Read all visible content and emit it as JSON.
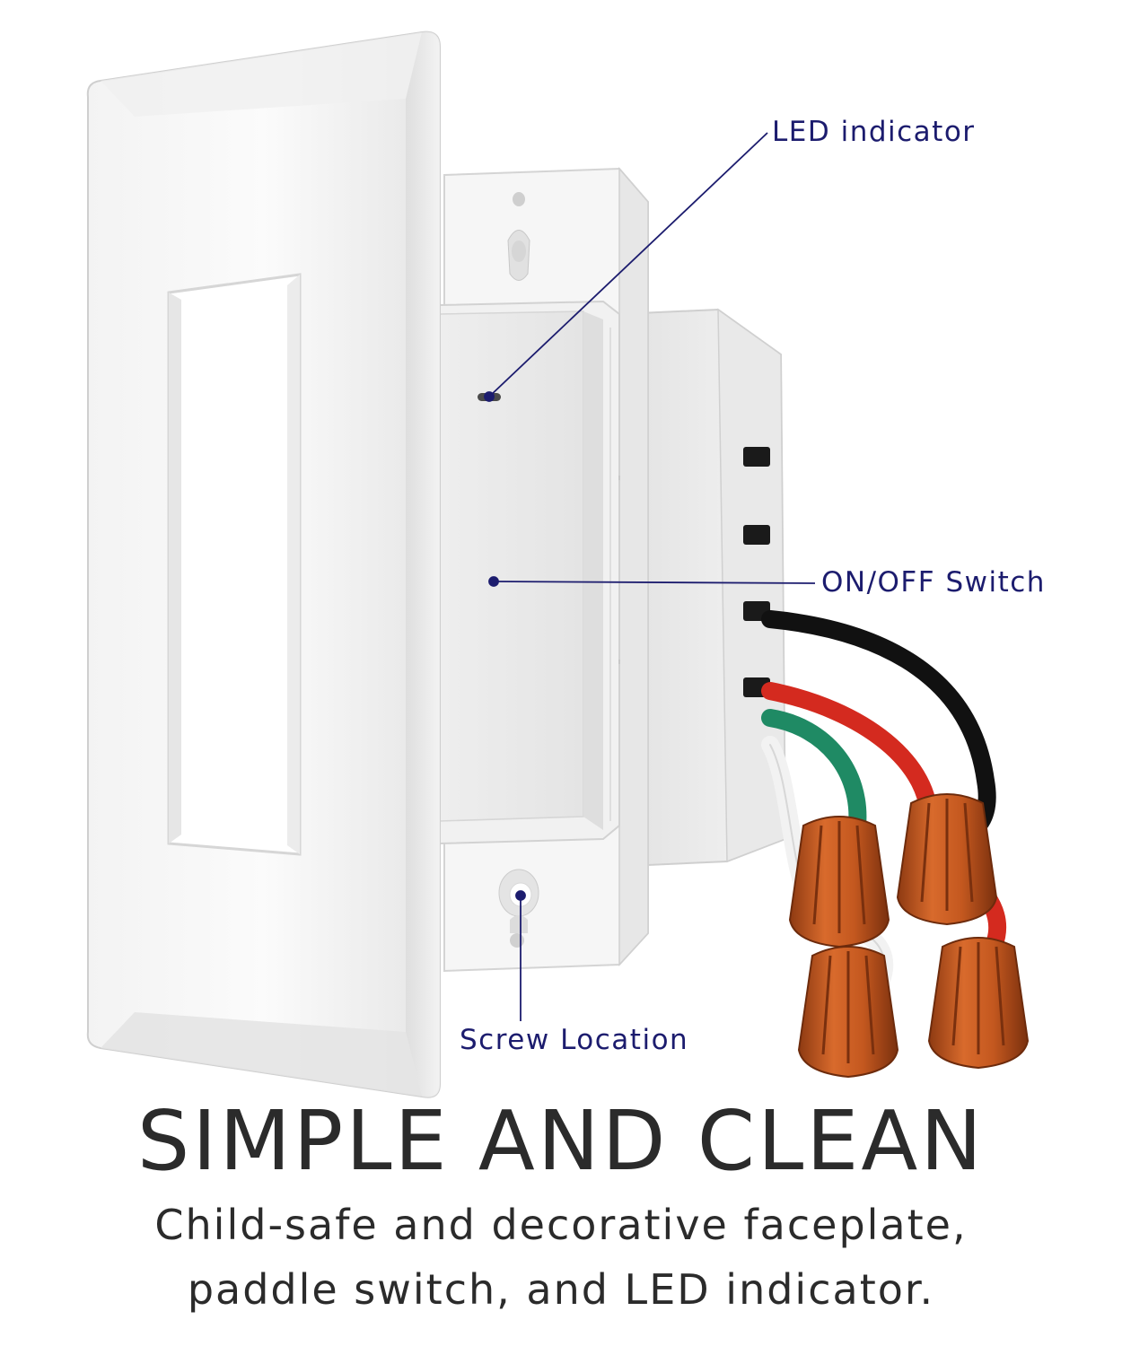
{
  "callouts": {
    "led": "LED indicator",
    "switch": "ON/OFF Switch",
    "screw": "Screw Location"
  },
  "headline": "SIMPLE AND CLEAN",
  "description": {
    "line1": "Child-safe and decorative faceplate,",
    "line2": "paddle switch, and LED indicator."
  },
  "colors": {
    "callout_text": "#1c1c6e",
    "headline_text": "#2b2b2b",
    "wire_black": "#111111",
    "wire_red": "#d42a1f",
    "wire_green": "#1f8a64",
    "wire_white": "#f2f2f2",
    "wire_nut": "#c25a22"
  }
}
